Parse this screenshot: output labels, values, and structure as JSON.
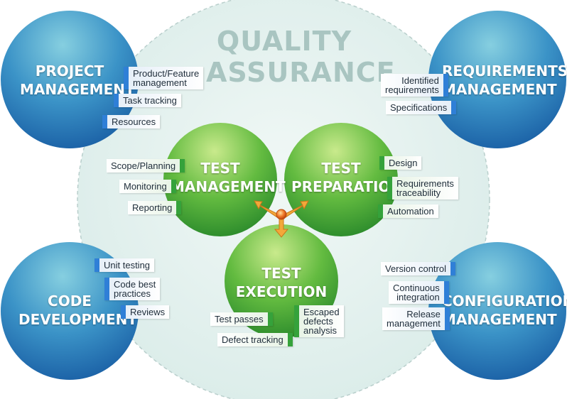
{
  "title": [
    "QUALITY",
    "ASSURANCE"
  ],
  "colors": {
    "outer_circle": "#2a7fb8",
    "inner_circle": "#4caf3a",
    "big_background": "#e4f1ef",
    "blue_tag_accent": "#2f7fd7",
    "green_tag_accent": "#35a23b",
    "arrow": "#f0a030",
    "hub": "#e8561a"
  },
  "outer_circles": {
    "project_management": {
      "title": [
        "PROJECT",
        "MANAGEMENT"
      ],
      "tags": [
        [
          "Product/Feature",
          "management"
        ],
        [
          "Task tracking"
        ],
        [
          "Resources"
        ]
      ]
    },
    "requirements_management": {
      "title": [
        "REQUIREMENTS",
        "MANAGEMENT"
      ],
      "tags": [
        [
          "Identified",
          "requirements"
        ],
        [
          "Specifications"
        ]
      ]
    },
    "code_development": {
      "title": [
        "CODE",
        "DEVELOPMENT"
      ],
      "tags": [
        [
          "Unit testing"
        ],
        [
          "Code best",
          "practices"
        ],
        [
          "Reviews"
        ]
      ]
    },
    "configuration_management": {
      "title": [
        "CONFIGURATION",
        "MANAGEMENT"
      ],
      "tags": [
        [
          "Version control"
        ],
        [
          "Continuous",
          "integration"
        ],
        [
          "Release",
          "management"
        ]
      ]
    }
  },
  "inner_circles": {
    "test_management": {
      "title": [
        "TEST",
        "MANAGEMENT"
      ],
      "tags": [
        [
          "Scope/Planning"
        ],
        [
          "Monitoring"
        ],
        [
          "Reporting"
        ]
      ]
    },
    "test_preparation": {
      "title": [
        "TEST",
        "PREPARATION"
      ],
      "tags": [
        [
          "Design"
        ],
        [
          "Requirements",
          "traceability"
        ],
        [
          "Automation"
        ]
      ]
    },
    "test_execution": {
      "title": [
        "TEST",
        "EXECUTION"
      ],
      "tags": [
        [
          "Test passes"
        ],
        [
          "Defect tracking"
        ],
        [
          "Escaped",
          "defects",
          "analysis"
        ]
      ]
    }
  }
}
